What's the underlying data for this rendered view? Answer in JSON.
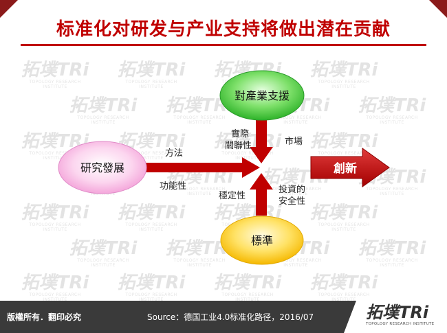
{
  "title": "标准化对研发与产业支持将做出潜在贡献",
  "diagram": {
    "nodes": {
      "top": "對產業支援",
      "left": "研究發展",
      "bottom": "標準",
      "right": "創新"
    },
    "labels": {
      "method": "方法",
      "function": "功能性",
      "actual_line1": "實際",
      "actual_line2": "關聯性",
      "market": "市場",
      "stability": "穩定性",
      "invest_line1": "投資的",
      "invest_line2": "安全性"
    },
    "colors": {
      "arrow": "#c00000",
      "top_node": "#33cc33",
      "left_node": "#f7a8e0",
      "bottom_node": "#ffcc00"
    }
  },
  "watermark": {
    "brand": "拓墣TRi",
    "sub": "TOPOLOGY RESEARCH INSTITUTE"
  },
  "footer": {
    "copyright": "版權所有．翻印必究",
    "source": "Source：德国工业4.0标准化路径，2016/07",
    "logo_text": "拓墣TRi",
    "logo_sub": "TOPOLOGY RESEARCH INSTITUTE"
  }
}
